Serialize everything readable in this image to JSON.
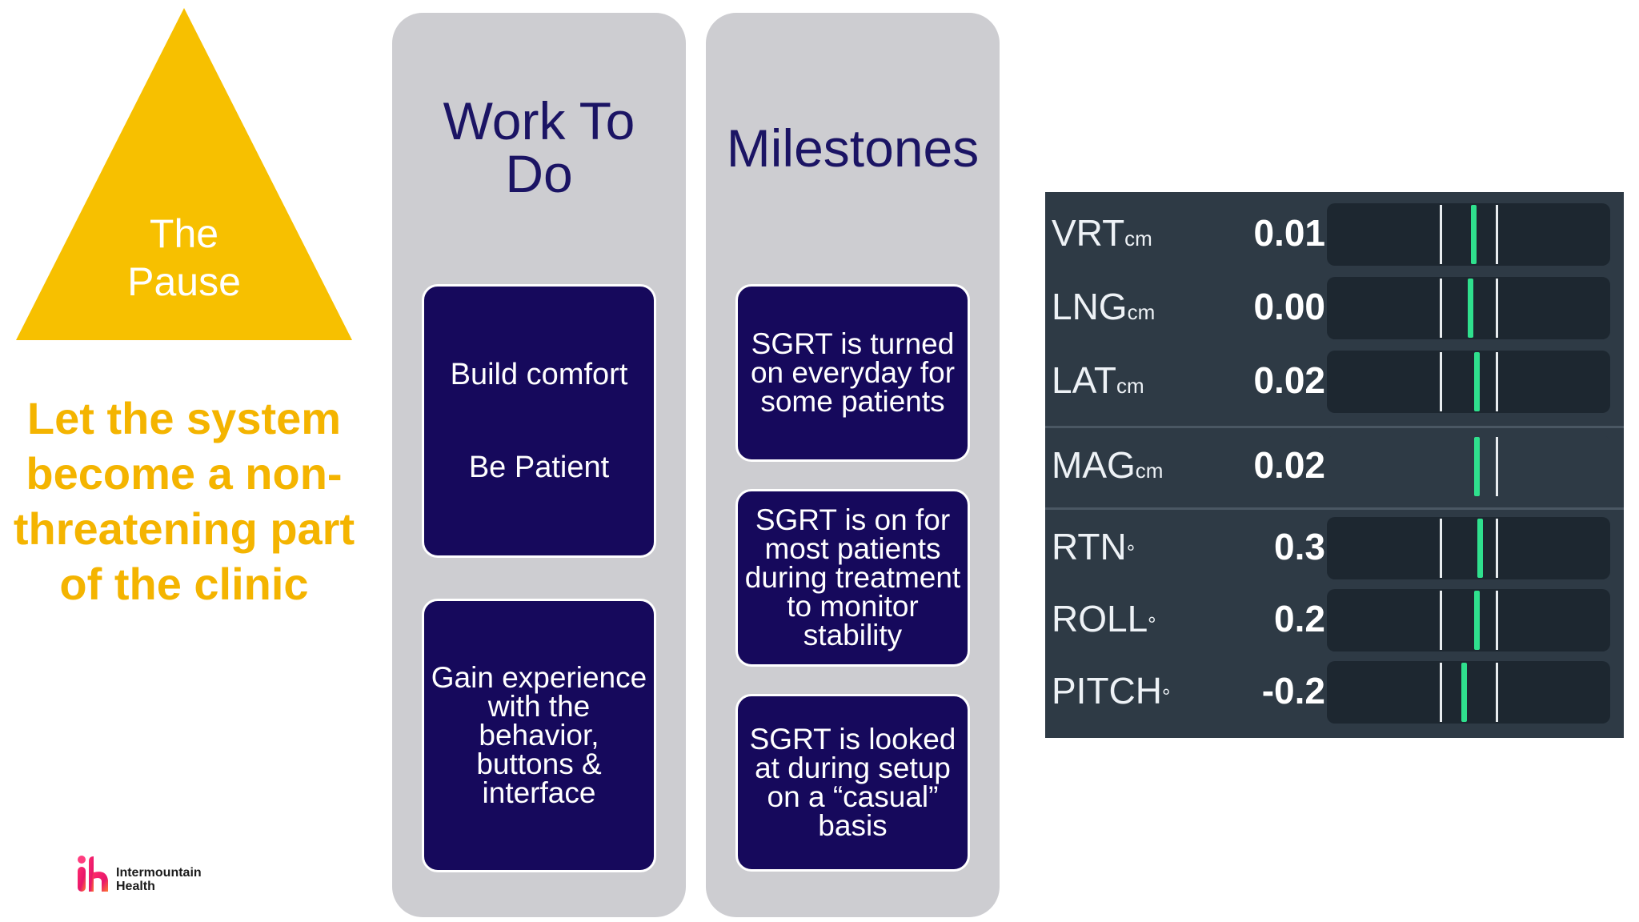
{
  "triangle": {
    "text": "The\nPause",
    "color": "#f7c000"
  },
  "message": "Let the system become a non-threatening part of the clinic",
  "columns": {
    "work": {
      "heading": "Work To Do",
      "cards": [
        {
          "lines": [
            "Build comfort",
            "Be Patient"
          ]
        },
        {
          "lines": [
            "Gain experience",
            "with the",
            "behavior,",
            "buttons &",
            "interface"
          ]
        }
      ]
    },
    "milestones": {
      "heading": "Milestones",
      "cards": [
        {
          "lines": [
            "SGRT is turned",
            "on everyday for",
            "some patients"
          ]
        },
        {
          "lines": [
            "SGRT is on for",
            "most patients",
            "during treatment",
            "to monitor",
            "stability"
          ]
        },
        {
          "lines": [
            "SGRT is looked",
            "at during setup",
            "on a “casual”",
            "basis"
          ]
        }
      ]
    }
  },
  "logo": {
    "text": "Intermountain\nHealth"
  },
  "monitor": {
    "rows": [
      {
        "label": "VRT",
        "unit": "cm",
        "value": "0.01",
        "level": 0.01
      },
      {
        "label": "LNG",
        "unit": "cm",
        "value": "0.00",
        "level": 0.0
      },
      {
        "label": "LAT",
        "unit": "cm",
        "value": "0.02",
        "level": 0.02
      },
      {
        "label": "MAG",
        "unit": "cm",
        "value": "0.02",
        "level": 0.02
      },
      {
        "label": "RTN",
        "unit": "°",
        "value": "0.3",
        "level": 0.3
      },
      {
        "label": "ROLL",
        "unit": "°",
        "value": "0.2",
        "level": 0.2
      },
      {
        "label": "PITCH",
        "unit": "°",
        "value": "-0.2",
        "level": -0.2
      }
    ],
    "needle_color": "#2fe08d"
  },
  "colors": {
    "column_bg": "#cdcdd1",
    "card_bg": "#16095c",
    "heading": "#1b1464",
    "message": "#f4b400"
  }
}
